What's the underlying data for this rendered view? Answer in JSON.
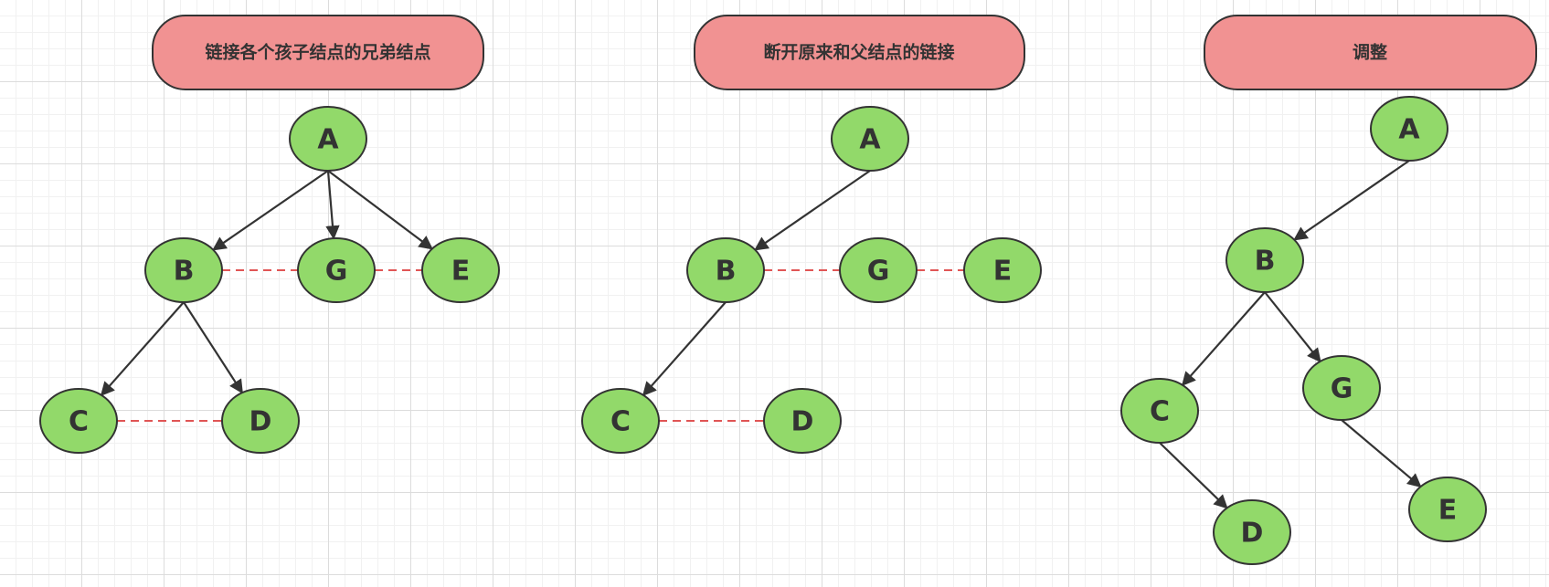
{
  "colors": {
    "title_fill": "#f19292",
    "node_fill": "#92d96a",
    "stroke": "#333333",
    "sibling_link": "#e05555"
  },
  "panels": [
    {
      "title": "链接各个孩子结点的兄弟结点",
      "nodes": [
        {
          "id": "A",
          "label": "A"
        },
        {
          "id": "B",
          "label": "B"
        },
        {
          "id": "G",
          "label": "G"
        },
        {
          "id": "E",
          "label": "E"
        },
        {
          "id": "C",
          "label": "C"
        },
        {
          "id": "D",
          "label": "D"
        }
      ],
      "edges": [
        [
          "A",
          "B"
        ],
        [
          "A",
          "G"
        ],
        [
          "A",
          "E"
        ],
        [
          "B",
          "C"
        ],
        [
          "B",
          "D"
        ]
      ],
      "sibling_links": [
        [
          "B",
          "G"
        ],
        [
          "G",
          "E"
        ],
        [
          "C",
          "D"
        ]
      ]
    },
    {
      "title": "断开原来和父结点的链接",
      "nodes": [
        {
          "id": "A",
          "label": "A"
        },
        {
          "id": "B",
          "label": "B"
        },
        {
          "id": "G",
          "label": "G"
        },
        {
          "id": "E",
          "label": "E"
        },
        {
          "id": "C",
          "label": "C"
        },
        {
          "id": "D",
          "label": "D"
        }
      ],
      "edges": [
        [
          "A",
          "B"
        ],
        [
          "B",
          "C"
        ]
      ],
      "sibling_links": [
        [
          "B",
          "G"
        ],
        [
          "G",
          "E"
        ],
        [
          "C",
          "D"
        ]
      ]
    },
    {
      "title": "调整",
      "nodes": [
        {
          "id": "A",
          "label": "A"
        },
        {
          "id": "B",
          "label": "B"
        },
        {
          "id": "C",
          "label": "C"
        },
        {
          "id": "G",
          "label": "G"
        },
        {
          "id": "D",
          "label": "D"
        },
        {
          "id": "E",
          "label": "E"
        }
      ],
      "edges": [
        [
          "A",
          "B"
        ],
        [
          "B",
          "C"
        ],
        [
          "B",
          "G"
        ],
        [
          "C",
          "D"
        ],
        [
          "G",
          "E"
        ]
      ],
      "sibling_links": []
    }
  ]
}
